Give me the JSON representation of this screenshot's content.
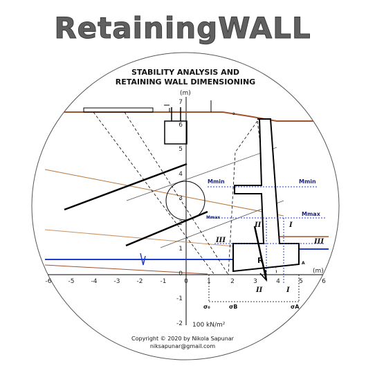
{
  "logo": {
    "text": "RetainingWALL"
  },
  "title": {
    "line1": "STABILITY ANALYSIS AND",
    "line2": "RETAINING WALL DIMENSIONING"
  },
  "axes": {
    "x_unit": "(m)",
    "y_unit": "(m)",
    "x_ticks": [
      "-6",
      "-5",
      "-4",
      "-3",
      "-2",
      "-1",
      "0",
      "1",
      "2",
      "3",
      "4",
      "5",
      "6"
    ],
    "y_ticks": [
      "7",
      "6",
      "5",
      "4",
      "3",
      "2",
      "1",
      "0",
      "-1",
      "-2"
    ],
    "scale_note": "100 kN/m²"
  },
  "labels": {
    "mmin_left": "Mmin",
    "mmin_right": "Mmin",
    "mmax_left": "Mmax",
    "mmax_right": "Mmax",
    "sec_II_top": "II",
    "sec_I_top": "I",
    "sec_III_left": "III",
    "sec_III_right": "III",
    "sec_II_bottom": "II",
    "sec_I_bottom": "I",
    "resultant": "R",
    "point_A": "A",
    "point_a": "a",
    "sigma_0": "σ₀",
    "sigma_B": "σB",
    "sigma_A": "σA"
  },
  "footer": {
    "copyright": "Copyright © 2020 by Nikola Sapunar",
    "email": "niksapunar@gmail.com"
  },
  "colors": {
    "logo_fill": "#606060",
    "soil_line": "#a0522d",
    "water_line": "#1f3bd1",
    "wall": "#000000",
    "guide_blue": "#1f3bd1"
  }
}
